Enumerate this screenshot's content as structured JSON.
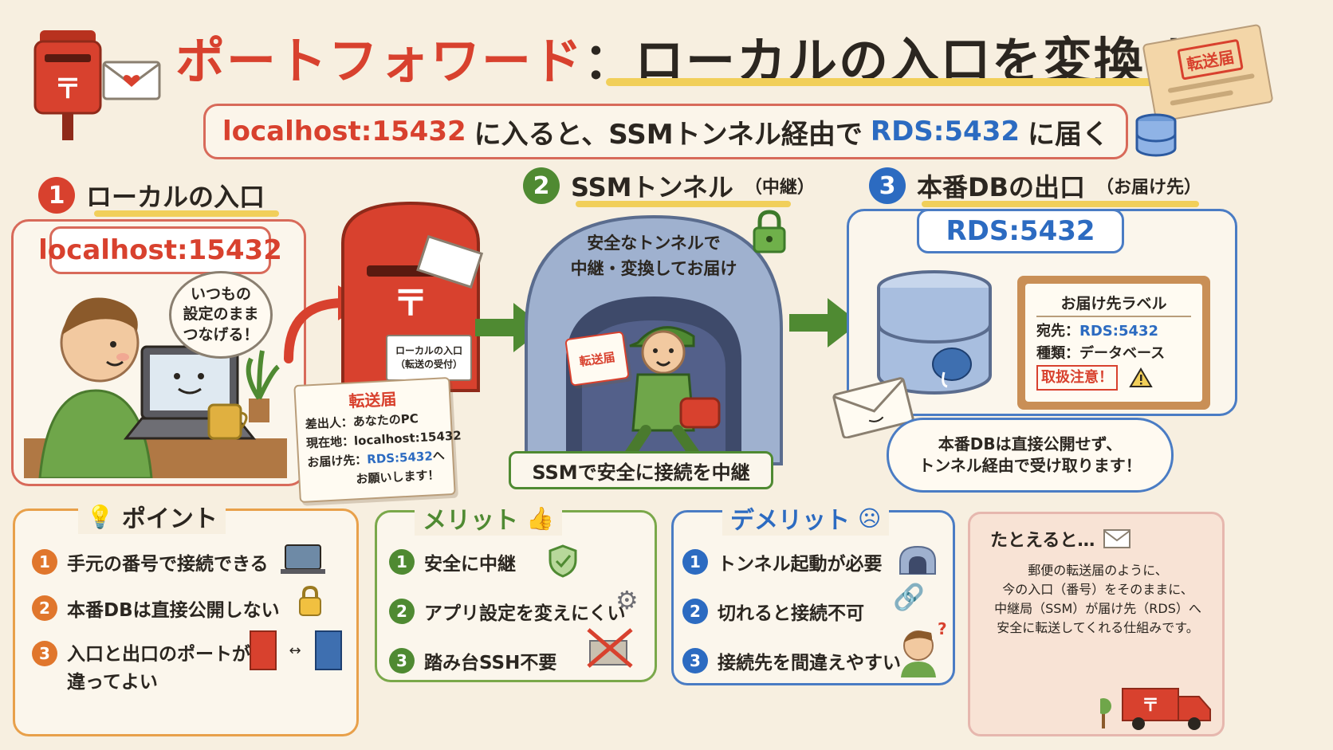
{
  "header": {
    "title_red": "ポートフォワード",
    "title_colon": "：",
    "title_dark": "ローカルの入口を変換する",
    "stamp_label": "転送届"
  },
  "summary": {
    "local": "localhost:15432",
    "middle": "に入ると、SSMトンネル経由で",
    "remote": "RDS:5432",
    "end": "に届く"
  },
  "step1": {
    "number": "1",
    "title": "ローカルの入口",
    "address": "localhost:15432",
    "bubble": "いつもの\n設定のまま\nつなげる！",
    "mailbox_label": "ローカルの入口\n（転送の受付）",
    "card": {
      "title": "転送届",
      "line1": "差出人：あなたのPC",
      "line2": "現在地：localhost:15432",
      "line3_prefix": "お届け先：",
      "line3_value": "RDS:5432",
      "line3_suffix": "へ",
      "line4": "お願いします！"
    }
  },
  "step2": {
    "number": "2",
    "title": "SSMトンネル",
    "subtitle": "（中継）",
    "tunnel_text": "安全なトンネルで\n中継・変換してお届け",
    "envelope_label": "転送届",
    "banner": "SSMで安全に接続を中継"
  },
  "step3": {
    "number": "3",
    "title": "本番DBの出口",
    "subtitle": "（お届け先）",
    "address": "RDS:5432",
    "label": {
      "title": "お届け先ラベル",
      "dest_key": "宛先：",
      "dest_value": "RDS:5432",
      "type_key": "種類：",
      "type_value": "データベース",
      "caution": "取扱注意！"
    },
    "bubble": "本番DBは直接公開せず、\nトンネル経由で受け取ります！"
  },
  "points": {
    "title": "ポイント",
    "items": [
      "手元の番号で接続できる",
      "本番DBは直接公開しない",
      "入口と出口のポートが\n違ってよい"
    ]
  },
  "merits": {
    "title": "メリット",
    "items": [
      "安全に中継",
      "アプリ設定を変えにくい",
      "踏み台SSH不要"
    ]
  },
  "demerits": {
    "title": "デメリット",
    "items": [
      "トンネル起動が必要",
      "切れると接続不可",
      "接続先を間違えやすい"
    ]
  },
  "analogy": {
    "title": "たとえると…",
    "text": "郵便の転送届のように、\n今の入口（番号）をそのままに、\n中継局（SSM）が届け先（RDS）へ\n安全に転送してくれる仕組みです。"
  },
  "colors": {
    "red": "#d8412e",
    "green": "#4f8a32",
    "blue": "#2c6bc1",
    "orange": "#e0762c",
    "yellow": "#f1cf5a"
  }
}
